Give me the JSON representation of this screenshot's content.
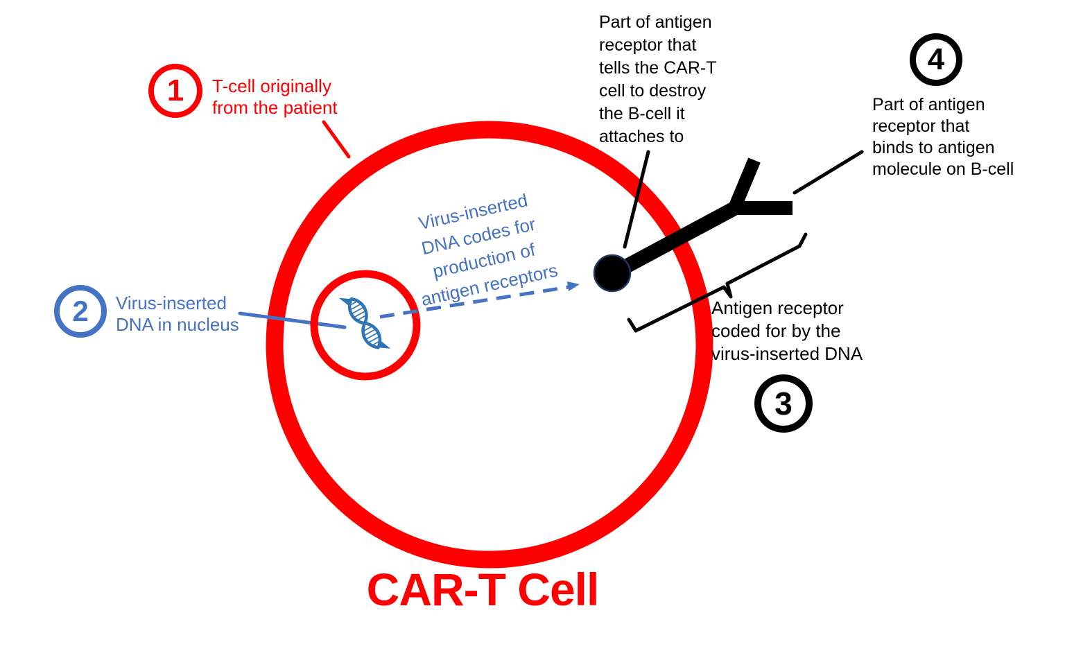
{
  "diagram": {
    "title": "CAR-T Cell",
    "colors": {
      "cell_red": "#ff0000",
      "accent_blue": "#4472c4",
      "dna_blue": "#2e75b6",
      "black": "#000000"
    },
    "steps": [
      {
        "number": "1",
        "label_lines": [
          "T-cell originally",
          "from the patient"
        ]
      },
      {
        "number": "2",
        "label_lines": [
          "Virus-inserted",
          "DNA in nucleus"
        ]
      },
      {
        "number": "3",
        "label_lines": [
          "Antigen receptor",
          "coded for by the",
          "virus-inserted DNA"
        ]
      },
      {
        "number": "4",
        "label_lines": [
          "Part of antigen",
          "receptor that",
          "binds to antigen",
          "molecule on B-cell"
        ]
      }
    ],
    "annotations": {
      "signal_domain_lines": [
        "Part of antigen",
        "receptor that",
        "tells the CAR-T",
        "cell to destroy",
        "the B-cell it",
        "attaches to"
      ],
      "virus_dna_lines": [
        "Virus-inserted",
        "DNA codes for",
        "production of",
        "antigen receptors"
      ]
    }
  }
}
